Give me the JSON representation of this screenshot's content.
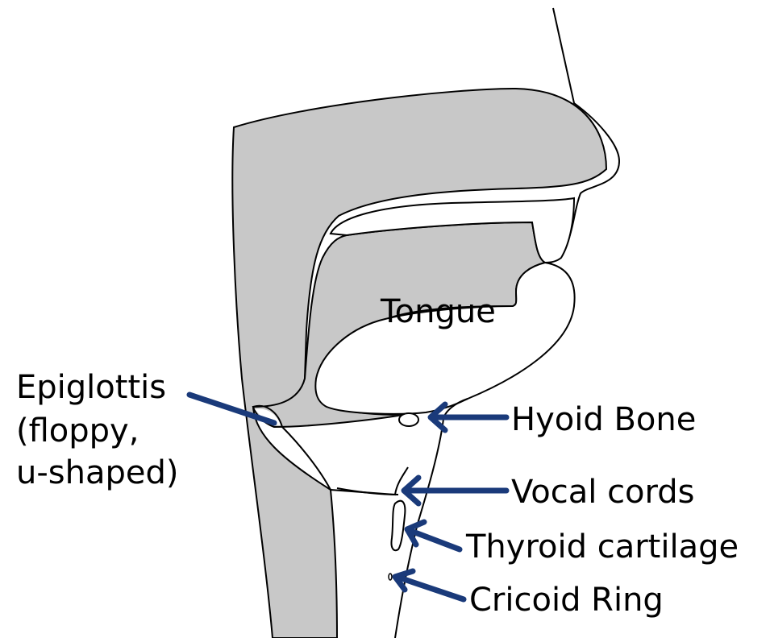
{
  "labels": {
    "tongue": "Tongue",
    "epiglottis_line1": "Epiglottis",
    "epiglottis_line2": "(floppy,",
    "epiglottis_line3": "u-shaped)",
    "hyoid_bone": "Hyoid Bone",
    "vocal_cords": "Vocal cords",
    "thyroid_cartilage": "Thyroid cartilage",
    "cricoid_ring": "Cricoid Ring"
  },
  "colors": {
    "tissue": "#c8c8c8",
    "outline": "#000000",
    "arrow": "#1a3a7a",
    "background": "#ffffff"
  }
}
